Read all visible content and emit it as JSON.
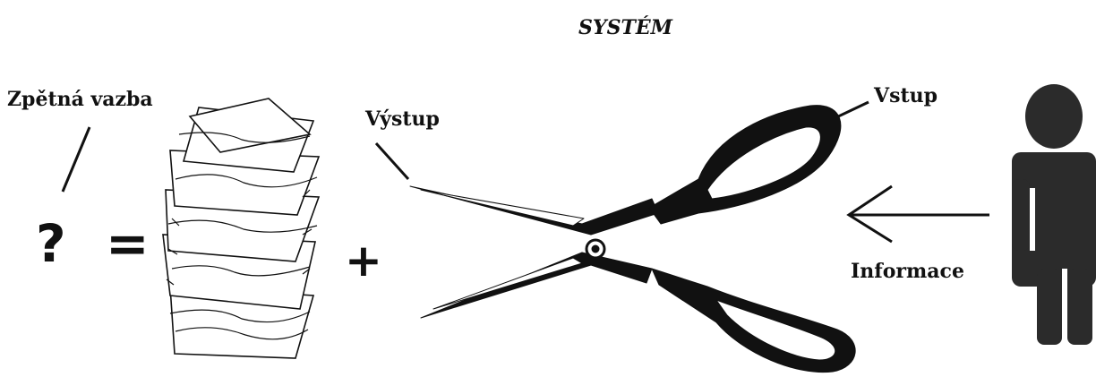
{
  "title": "SYSTÉM",
  "labels": {
    "feedback": "Zpětná vazba",
    "output": "Výstup",
    "input": "Vstup",
    "information": "Informace"
  },
  "equation": {
    "unknown": "?",
    "equals": "=",
    "plus": "+"
  },
  "icons": [
    "paper-stack-icon",
    "scissors-icon",
    "person-icon",
    "arrow-left-icon"
  ],
  "colors": {
    "ink": "#111111",
    "person": "#2b2b2b",
    "background": "#ffffff"
  }
}
